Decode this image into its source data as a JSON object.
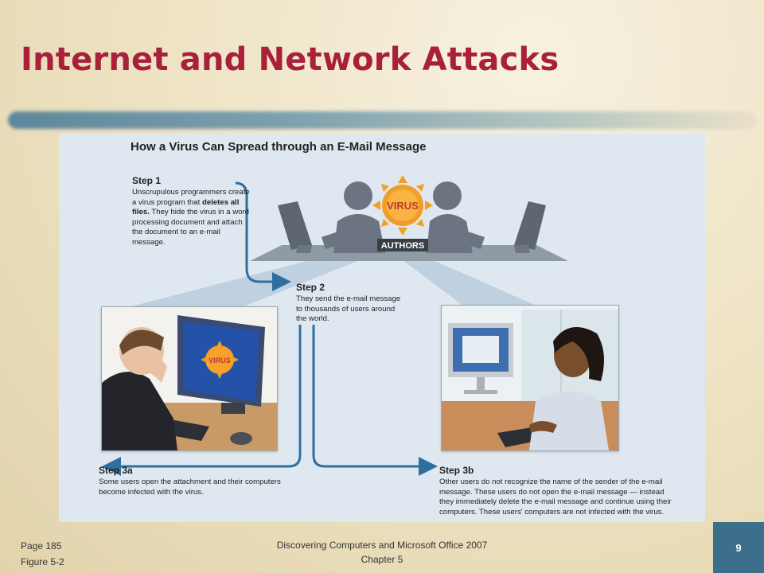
{
  "slide": {
    "title": "Internet and Network Attacks"
  },
  "figure": {
    "heading": "How a Virus Can Spread through an E-Mail Message",
    "authors_label": "AUTHORS",
    "virus_label": "VIRUS",
    "steps": {
      "step1": {
        "title": "Step 1",
        "desc_before": "Unscrupulous programmers create a virus program that ",
        "desc_bold": "deletes all files.",
        "desc_after": " They hide the virus in a word processing document and attach the document to an e-mail message."
      },
      "step2": {
        "title": "Step 2",
        "desc": "They send the e-mail message to thousands of users around the world."
      },
      "step3a": {
        "title": "Step 3a",
        "desc": "Some users open the attachment and their computers become infected with the virus."
      },
      "step3b": {
        "title": "Step 3b",
        "desc": "Other users do not recognize the name of the sender of the e-mail message. These users do not open the e-mail message — instead they immediately delete the e-mail message and continue using their computers. These users' computers are not infected with the virus."
      }
    }
  },
  "footer": {
    "page_ref": "Page 185",
    "figure_ref": "Figure 5-2",
    "book_title": "Discovering Computers and Microsoft Office 2007",
    "chapter": "Chapter 5",
    "page_number": "9"
  },
  "colors": {
    "title": "#a8203a",
    "arrow": "#2f6f9f",
    "badge": "#3c6f8c",
    "figure_bg": "#dfe8f0"
  },
  "icons": [
    "virus-sun-icon",
    "author-silhouette-icon",
    "monitor-icon",
    "arrow-icon"
  ]
}
